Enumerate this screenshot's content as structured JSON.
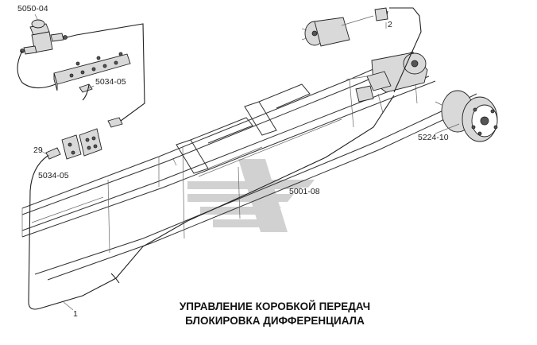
{
  "callouts": {
    "valve_5050_04": "5050-04",
    "connector_5034_05_top": "5034-05",
    "connector_5034_05_bottom": "5034-05",
    "item_29": "29",
    "item_2": "2",
    "item_1": "1",
    "actuator_5224_10": "5224-10",
    "frame_5001_08": "5001-08"
  },
  "title": {
    "line1": "УПРАВЛЕНИЕ КОРОБКОЙ ПЕРЕДАЧ",
    "line2": "БЛОКИРОВКА ДИФФЕРЕНЦИАЛА"
  },
  "colors": {
    "line": "#333333",
    "watermark": "#c8c8c8",
    "background": "#ffffff"
  }
}
